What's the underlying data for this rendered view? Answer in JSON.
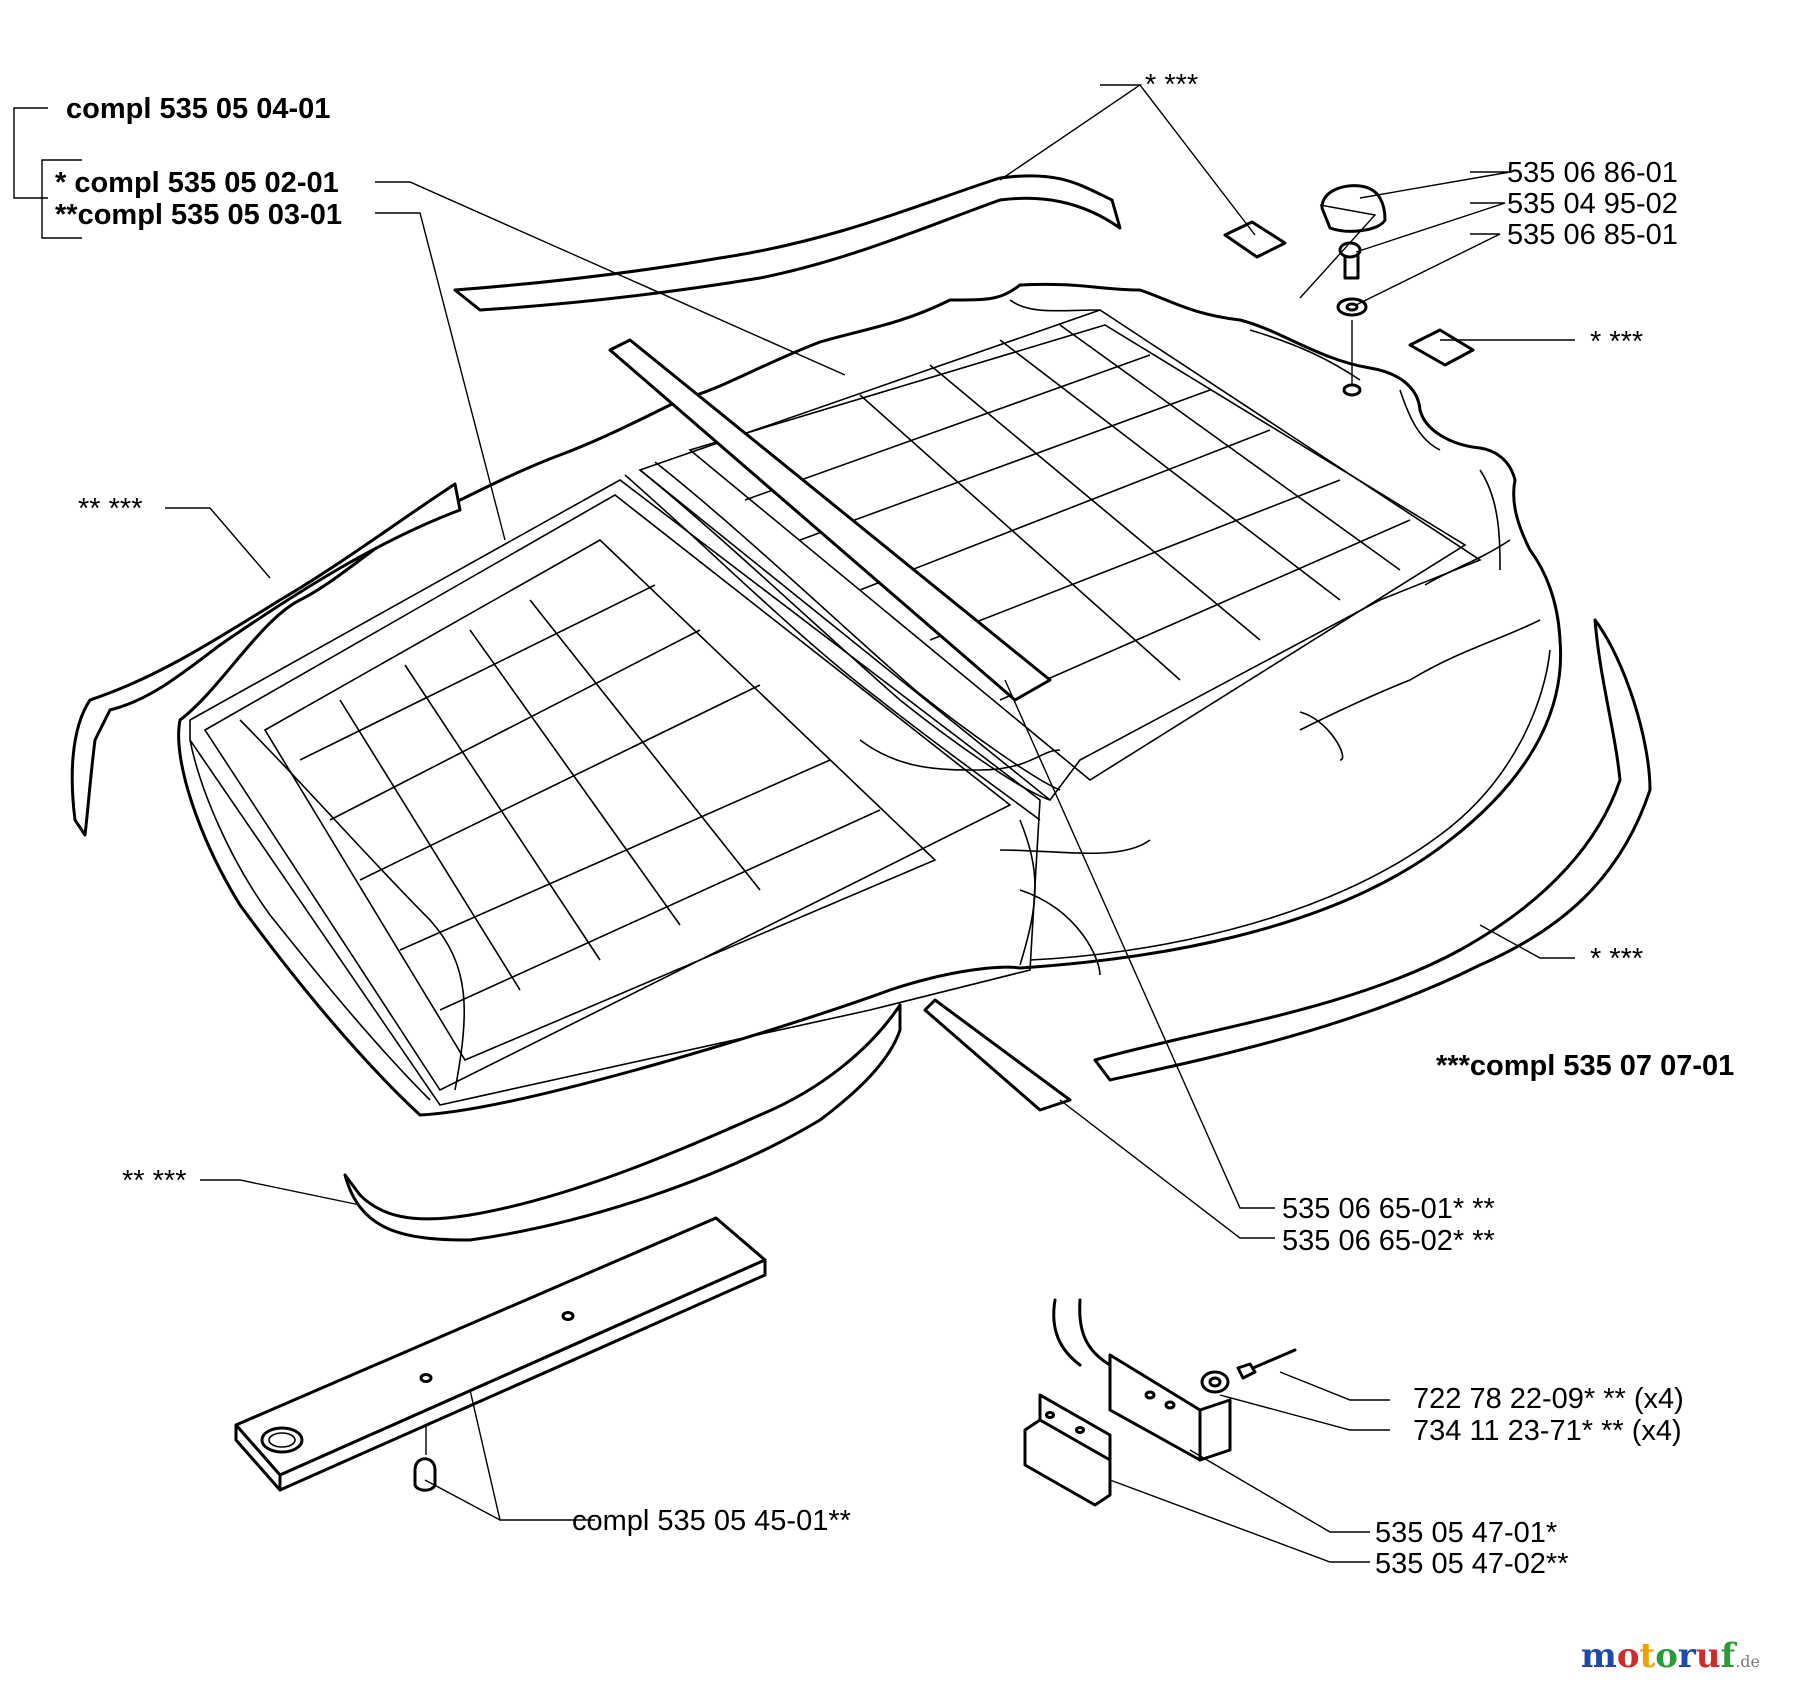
{
  "groups": {
    "top": "compl 535 05 04-01",
    "sub1": "* compl 535 05 02-01",
    "sub2": "**compl 535 05 03-01",
    "right": "***compl 535 07 07-01"
  },
  "callouts": {
    "strip_top": "* ***",
    "pad_right": "* ***",
    "strip_left_top": "** ***",
    "strip_right": "* ***",
    "strip_left_bottom": "** ***",
    "cap": "535 06 86-01",
    "screw": "535 04 95-02",
    "washer": "535 06 85-01",
    "strip_center_a": "535 06 65-01* **",
    "strip_center_b": "535 06 65-02* **",
    "bar": "compl 535 05 45-01**",
    "rivet": "722 78 22-09* ** (x4)",
    "rivet_washer": "734 11 23-71* ** (x4)",
    "bracket_a": "535 05 47-01*",
    "bracket_b": "535 05 47-02**"
  },
  "watermark": {
    "letters": [
      "m",
      "o",
      "t",
      "o",
      "r",
      "u",
      "f"
    ],
    "colors": [
      "#1f4aa8",
      "#d02a2a",
      "#f0a000",
      "#2a9a3a",
      "#1f4aa8",
      "#d02a2a",
      "#2a9a3a"
    ],
    "tld": ".de"
  }
}
